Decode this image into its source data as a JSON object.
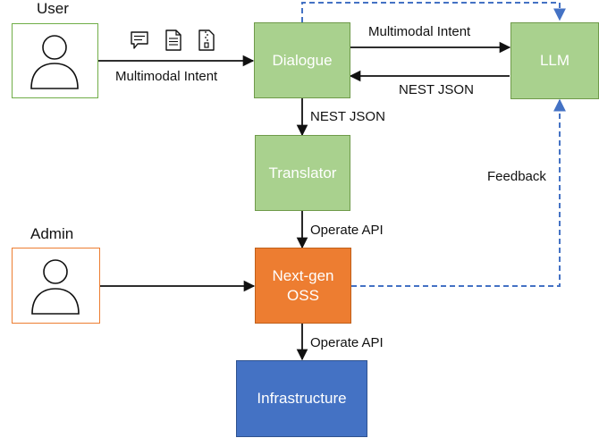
{
  "actors": {
    "user": {
      "label": "User",
      "border_color": "#70ad47",
      "icon": "person-icon"
    },
    "admin": {
      "label": "Admin",
      "border_color": "#ed7d31",
      "icon": "person-icon"
    }
  },
  "nodes": {
    "dialogue": {
      "label": "Dialogue",
      "color": "#a9d18e"
    },
    "llm": {
      "label": "LLM",
      "color": "#a9d18e"
    },
    "translator": {
      "label": "Translator",
      "color": "#a9d18e"
    },
    "oss": {
      "label_line1": "Next-gen",
      "label_line2": "OSS",
      "color": "#ed7d31"
    },
    "infrastructure": {
      "label": "Infrastructure",
      "color": "#4472c4"
    }
  },
  "edges": {
    "user_to_dialogue": "Multimodal Intent",
    "dialogue_to_llm": "Multimodal Intent",
    "llm_to_dialogue": "NEST JSON",
    "dialogue_to_translator": "NEST JSON",
    "translator_to_oss": "Operate API",
    "oss_to_infrastructure": "Operate API",
    "oss_to_llm_feedback": "Feedback"
  },
  "intent_icons": [
    "chat-bubble-icon",
    "document-icon",
    "zip-file-icon"
  ],
  "colors": {
    "arrow": "#111111",
    "feedback": "#4472c4"
  }
}
